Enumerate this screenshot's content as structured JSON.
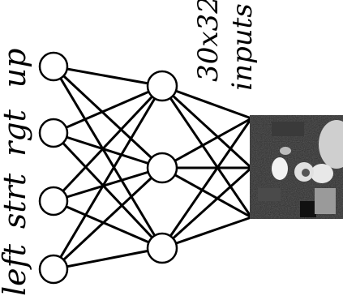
{
  "figure": {
    "output_labels": [
      "up",
      "rgt",
      "strt",
      "left"
    ],
    "input_caption": [
      "30x32",
      "inputs"
    ],
    "layers": {
      "output_count": 4,
      "hidden_count": 3
    },
    "colors": {
      "stroke": "#000000",
      "node_fill": "#ffffff",
      "background": "#ffffff"
    }
  }
}
